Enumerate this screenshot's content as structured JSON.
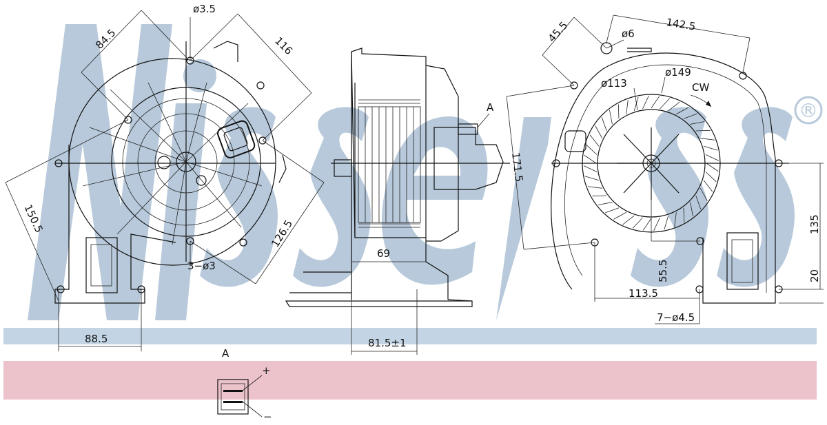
{
  "brand": {
    "name": "Nissens",
    "registered_mark": "®",
    "colors": {
      "watermark": "#b7c9da",
      "band_blue": "#c3d5e4",
      "band_pink": "#ecc2cb",
      "line": "#111111"
    }
  },
  "dimensions": {
    "d_mount_hole": "ø3.5",
    "d_84_5": "84.5",
    "d_116": "116",
    "d_150_5": "150.5",
    "d_126_5": "126.5",
    "d_3x3": "3−ø3",
    "d_88_5": "88.5",
    "d_69": "69",
    "d_81_5": "81.5±1",
    "d_171_5": "171.5",
    "d_45_5": "45.5",
    "d_142_5": "142.5",
    "d_6": "ø6",
    "d_149": "ø149",
    "d_113": "ø113",
    "rotation": "CW",
    "d_135": "135",
    "d_55_5": "55.5",
    "d_113_5": "113.5",
    "d_20": "20",
    "d_7x4_5": "7−ø4.5"
  },
  "connector": {
    "view_label": "A",
    "detail_label": "A",
    "plus": "+",
    "minus": "−"
  }
}
